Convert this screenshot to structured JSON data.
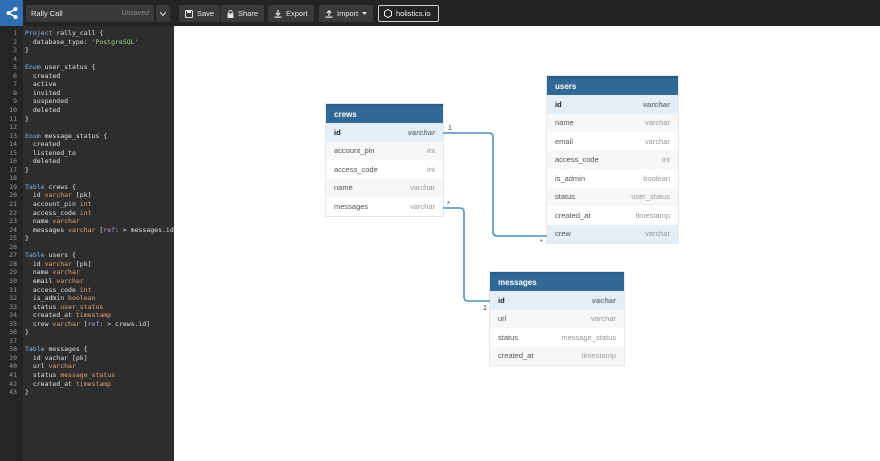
{
  "toolbar": {
    "project_name": "Rally Call",
    "project_status": "Unsaved",
    "save_label": "Save",
    "share_label": "Share",
    "export_label": "Export",
    "import_label": "Import",
    "brand_label": "holistics.io"
  },
  "editor": {
    "lines": [
      {
        "n": "1",
        "t": "Project rally_call {"
      },
      {
        "n": "2",
        "t": "  database_type: 'PostgreSQL'"
      },
      {
        "n": "3",
        "t": "}"
      },
      {
        "n": "4",
        "t": ""
      },
      {
        "n": "5",
        "t": "Enum user_status {"
      },
      {
        "n": "6",
        "t": "  created"
      },
      {
        "n": "7",
        "t": "  active"
      },
      {
        "n": "8",
        "t": "  invited"
      },
      {
        "n": "9",
        "t": "  suspended"
      },
      {
        "n": "10",
        "t": "  deleted"
      },
      {
        "n": "11",
        "t": "}"
      },
      {
        "n": "12",
        "t": ""
      },
      {
        "n": "13",
        "t": "Enum message_status {"
      },
      {
        "n": "14",
        "t": "  created"
      },
      {
        "n": "15",
        "t": "  listened_to"
      },
      {
        "n": "16",
        "t": "  deleted"
      },
      {
        "n": "17",
        "t": "}"
      },
      {
        "n": "18",
        "t": ""
      },
      {
        "n": "19",
        "t": "Table crews {"
      },
      {
        "n": "20",
        "t": "  id varchar [pk]"
      },
      {
        "n": "21",
        "t": "  account_pin int"
      },
      {
        "n": "22",
        "t": "  access_code int"
      },
      {
        "n": "23",
        "t": "  name varchar"
      },
      {
        "n": "24",
        "t": "  messages varchar [ref: > messages.id]"
      },
      {
        "n": "25",
        "t": "}"
      },
      {
        "n": "26",
        "t": ""
      },
      {
        "n": "27",
        "t": "Table users {"
      },
      {
        "n": "28",
        "t": "  id varchar [pk]"
      },
      {
        "n": "29",
        "t": "  name varchar"
      },
      {
        "n": "30",
        "t": "  email varchar"
      },
      {
        "n": "31",
        "t": "  access_code int"
      },
      {
        "n": "32",
        "t": "  is_admin boolean"
      },
      {
        "n": "33",
        "t": "  status user_status"
      },
      {
        "n": "34",
        "t": "  created_at timestamp"
      },
      {
        "n": "35",
        "t": "  crew varchar [ref: > crews.id]"
      },
      {
        "n": "36",
        "t": "}"
      },
      {
        "n": "37",
        "t": ""
      },
      {
        "n": "38",
        "t": "Table messages {"
      },
      {
        "n": "39",
        "t": "  id vachar [pk]"
      },
      {
        "n": "40",
        "t": "  url varchar"
      },
      {
        "n": "41",
        "t": "  status message_status"
      },
      {
        "n": "42",
        "t": "  created_at timestamp"
      },
      {
        "n": "43",
        "t": "}"
      }
    ]
  },
  "diagram": {
    "crews": {
      "title": "crews",
      "columns": [
        {
          "name": "id",
          "type": "varchar"
        },
        {
          "name": "account_pin",
          "type": "int"
        },
        {
          "name": "access_code",
          "type": "int"
        },
        {
          "name": "name",
          "type": "varchar"
        },
        {
          "name": "messages",
          "type": "varchar"
        }
      ]
    },
    "users": {
      "title": "users",
      "columns": [
        {
          "name": "id",
          "type": "varchar"
        },
        {
          "name": "name",
          "type": "varchar"
        },
        {
          "name": "email",
          "type": "varchar"
        },
        {
          "name": "access_code",
          "type": "int"
        },
        {
          "name": "is_admin",
          "type": "boolean"
        },
        {
          "name": "status",
          "type": "user_status"
        },
        {
          "name": "created_at",
          "type": "timestamp"
        },
        {
          "name": "crew",
          "type": "varchar"
        }
      ]
    },
    "messages": {
      "title": "messages",
      "columns": [
        {
          "name": "id",
          "type": "vachar"
        },
        {
          "name": "url",
          "type": "varchar"
        },
        {
          "name": "status",
          "type": "message_status"
        },
        {
          "name": "created_at",
          "type": "timestamp"
        }
      ]
    },
    "relations": {
      "users_crew_to_crews_id": {
        "from_card": "*",
        "to_card": "1"
      },
      "crews_messages_to_messages_id": {
        "from_card": "*",
        "to_card": "1"
      }
    }
  },
  "colors": {
    "header": "#316896",
    "accent": "#2f6fb3",
    "wire": "#4d8fc4"
  }
}
